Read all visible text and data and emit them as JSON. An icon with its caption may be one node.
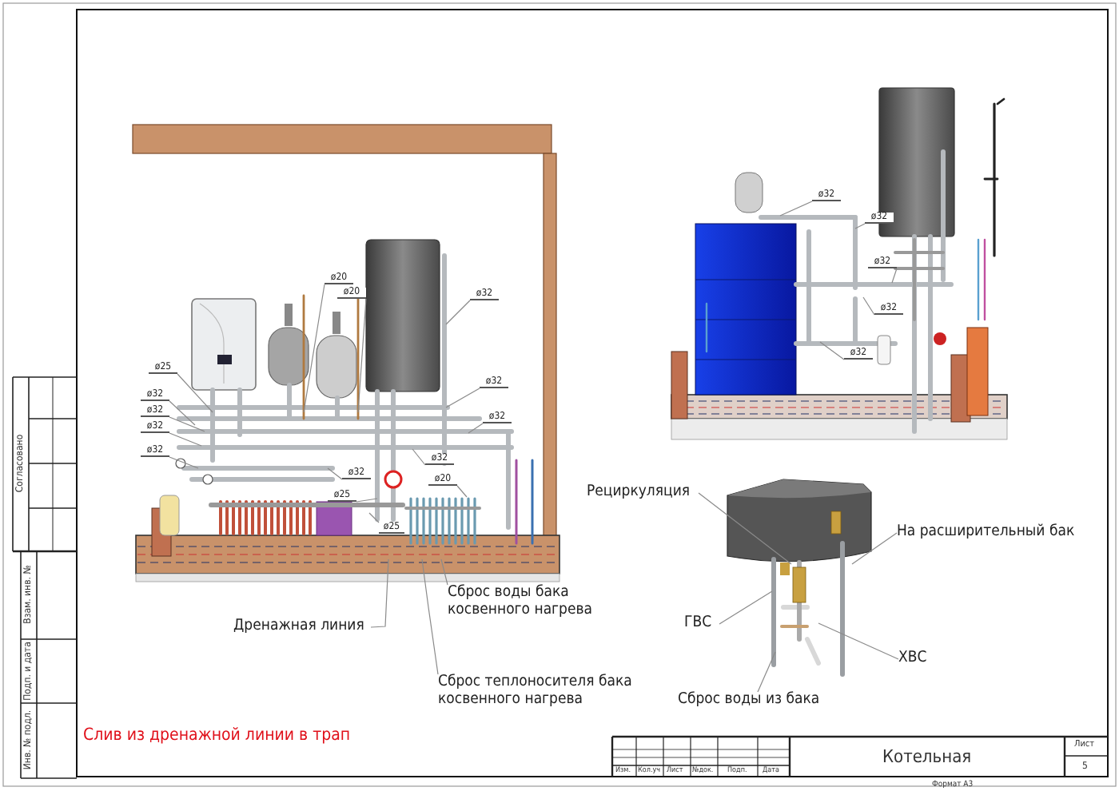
{
  "diagram": {
    "nodes": [
      {
        "text": [
          "ø20"
        ]
      },
      {
        "text": [
          "ø20"
        ]
      },
      {
        "text": [
          "ø32"
        ]
      },
      {
        "text": [
          "ø25"
        ]
      },
      {
        "text": [
          "ø32"
        ]
      },
      {
        "text": [
          "ø32"
        ]
      },
      {
        "text": [
          "ø32"
        ]
      },
      {
        "text": [
          "ø32"
        ]
      },
      {
        "text": [
          "ø32"
        ]
      },
      {
        "text": [
          "ø32"
        ]
      },
      {
        "text": [
          "ø32"
        ]
      },
      {
        "text": [
          "ø32"
        ]
      },
      {
        "text": [
          "ø20"
        ]
      },
      {
        "text": [
          "ø25"
        ]
      },
      {
        "text": [
          "ø25"
        ]
      },
      {
        "text": [
          "ø32"
        ]
      },
      {
        "text": [
          "ø32"
        ]
      },
      {
        "text": [
          "ø32"
        ]
      },
      {
        "text": [
          "ø32"
        ]
      },
      {
        "text": [
          "ø32"
        ]
      },
      {
        "text": [
          "Рециркуляция"
        ]
      },
      {
        "text": [
          "На расширительный бак"
        ]
      },
      {
        "text": [
          "ГВС"
        ]
      },
      {
        "text": [
          "ХВС"
        ]
      },
      {
        "text": [
          "Сброс воды из бака"
        ]
      },
      {
        "text": [
          "Дренажная линия"
        ]
      },
      {
        "text": [
          "Сброс воды бака косвенного нагрева"
        ]
      },
      {
        "text": [
          "Сброс теплоносителя бака косвенного нагрева"
        ]
      }
    ],
    "edges": [
      {
        "from": 0,
        "to": null,
        "arrow": "none"
      },
      {
        "from": 1,
        "to": null,
        "arrow": "none"
      },
      {
        "from": 2,
        "to": null,
        "arrow": "none"
      },
      {
        "from": 3,
        "to": null,
        "arrow": "none"
      },
      {
        "from": 4,
        "to": null,
        "arrow": "none"
      },
      {
        "from": 5,
        "to": null,
        "arrow": "none"
      },
      {
        "from": 6,
        "to": null,
        "arrow": "none"
      },
      {
        "from": 7,
        "to": null,
        "arrow": "none"
      },
      {
        "from": 8,
        "to": null,
        "arrow": "none"
      },
      {
        "from": 9,
        "to": null,
        "arrow": "none"
      },
      {
        "from": 10,
        "to": null,
        "arrow": "none"
      },
      {
        "from": 11,
        "to": null,
        "arrow": "none"
      },
      {
        "from": 12,
        "to": null,
        "arrow": "none"
      },
      {
        "from": 13,
        "to": null,
        "arrow": "none"
      },
      {
        "from": 14,
        "to": null,
        "arrow": "none"
      },
      {
        "from": 15,
        "to": null,
        "arrow": "none"
      },
      {
        "from": 16,
        "to": null,
        "arrow": "none"
      },
      {
        "from": 17,
        "to": null,
        "arrow": "none"
      },
      {
        "from": 18,
        "to": null,
        "arrow": "none"
      },
      {
        "from": 19,
        "to": null,
        "arrow": "none"
      },
      {
        "from": 20,
        "to": null,
        "arrow": "none"
      },
      {
        "from": 21,
        "to": null,
        "arrow": "none"
      },
      {
        "from": 22,
        "to": null,
        "arrow": "none"
      },
      {
        "from": 23,
        "to": null,
        "arrow": "none"
      },
      {
        "from": 24,
        "to": null,
        "arrow": "none"
      },
      {
        "from": 25,
        "to": null,
        "arrow": "none"
      },
      {
        "from": 26,
        "to": null,
        "arrow": "none"
      },
      {
        "from": 27,
        "to": null,
        "arrow": "none"
      }
    ],
    "labels": [
      "Согласовано",
      "Взам. инв. №",
      "Подп. и дата",
      "Инв. № подл.",
      "Слив из дренажной линии в трап",
      "Лист",
      "Котельная",
      "5",
      "Изм.",
      "Кол.уч",
      "Лист",
      "№док.",
      "Подп.",
      "Дата",
      "Формат А3"
    ]
  }
}
